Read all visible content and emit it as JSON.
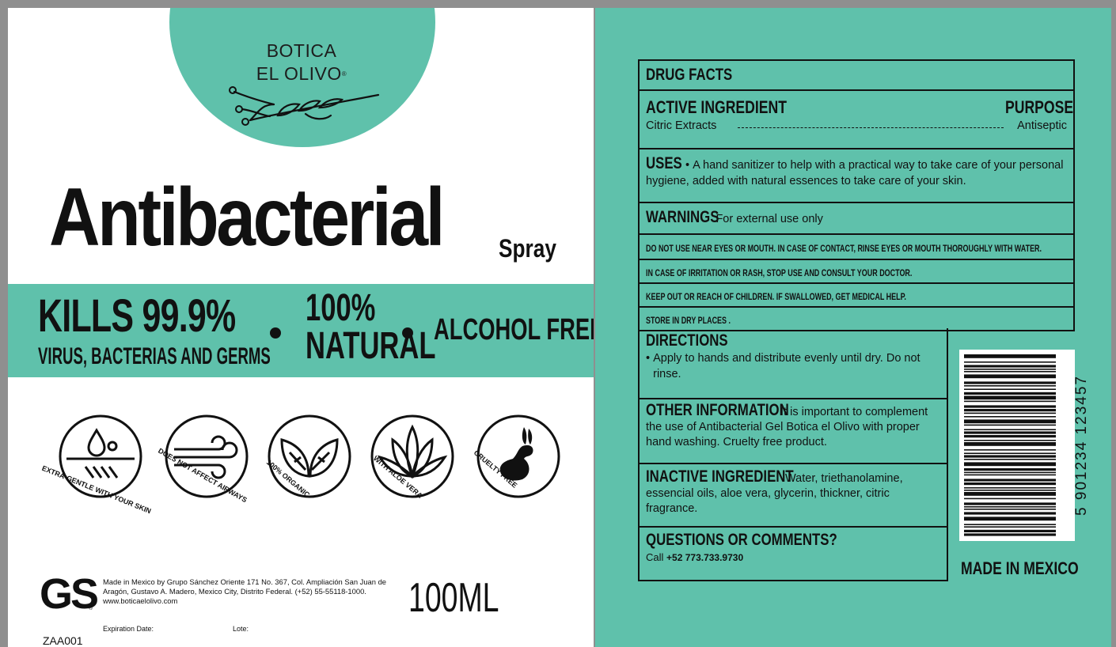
{
  "brand": {
    "line1": "BOTICA",
    "line2": "EL OLIVO",
    "reg": "®"
  },
  "product": {
    "title": "Antibacterial",
    "subtitle": "Spray"
  },
  "claims": {
    "kills": "KILLS 99.9%",
    "kills_sub": "VIRUS, BACTERIAS AND GERMS",
    "natural_1": "100%",
    "natural_2": "NATURAL",
    "alcohol": "ALCOHOL FREE"
  },
  "badges": [
    {
      "icon": "drop-skin-icon",
      "label": "EXTRA-GENTLE WITH YOUR SKIN"
    },
    {
      "icon": "wind-icon",
      "label": "DOES NOT AFFECT AIRWAYS"
    },
    {
      "icon": "leaves-icon",
      "label": "100% ORGANIC"
    },
    {
      "icon": "aloe-icon",
      "label": "WITH ALOE VERA"
    },
    {
      "icon": "rabbit-icon",
      "label": "CRUELTY FREE"
    }
  ],
  "footer": {
    "logo": "GS",
    "logo_reg": "®",
    "made_by": "Made in Mexico by Grupo Sánchez Oriente 171 No. 367, Col. Ampliación San Juan de Aragón, Gustavo A. Madero, Mexico City, Distrito Federal. (+52) 55-55118-1000.",
    "website": "www.boticaelolivo.com",
    "volume": "100ML",
    "expiration": "Expiration Date:",
    "lote": "Lote:",
    "code": "ZAA001"
  },
  "drug_facts": {
    "title": "DRUG FACTS",
    "active_heading": "ACTIVE INGREDIENT",
    "purpose_heading": "PURPOSE",
    "active": "Citric Extracts",
    "purpose": "Antiseptic",
    "uses_heading": "USES",
    "uses_text": "A hand sanitizer to help with a practical way to take care of your personal hygiene, added with natural essences to take care of your skin.",
    "warnings_heading": "WARNINGS",
    "warnings_text": "For external use only",
    "warning_lines": [
      "DO NOT USE NEAR EYES OR MOUTH. IN CASE OF CONTACT, RINSE EYES OR MOUTH THOROUGHLY WITH WATER.",
      "IN CASE OF IRRITATION OR RASH, STOP USE AND CONSULT YOUR DOCTOR.",
      "KEEP OUT OR REACH OF CHILDREN. IF SWALLOWED, GET MEDICAL HELP.",
      "STORE IN DRY PLACES ."
    ],
    "directions_heading": "DIRECTIONS",
    "directions_text": "Apply to hands and distribute evenly until dry. Do not rinse.",
    "other_heading": "OTHER INFORMATION",
    "other_text": "It is important to complement the use of Antibacterial Gel Botica el Olivo with proper hand washing. Cruelty free product.",
    "inactive_heading": "INACTIVE INGREDIENT",
    "inactive_text": "Water, triethanolamine, essencial oils, aloe vera, glycerin, thickner, citric fragrance.",
    "questions_heading": "QUESTIONS OR COMMENTS?",
    "call_label": "Call",
    "phone": "+52 773.733.9730"
  },
  "barcode": {
    "number": "5 901234 123457"
  },
  "made_in": "MADE IN MEXICO",
  "colors": {
    "accent": "#5fc1ab",
    "ink": "#111111",
    "frame": "#8f8f8f"
  }
}
